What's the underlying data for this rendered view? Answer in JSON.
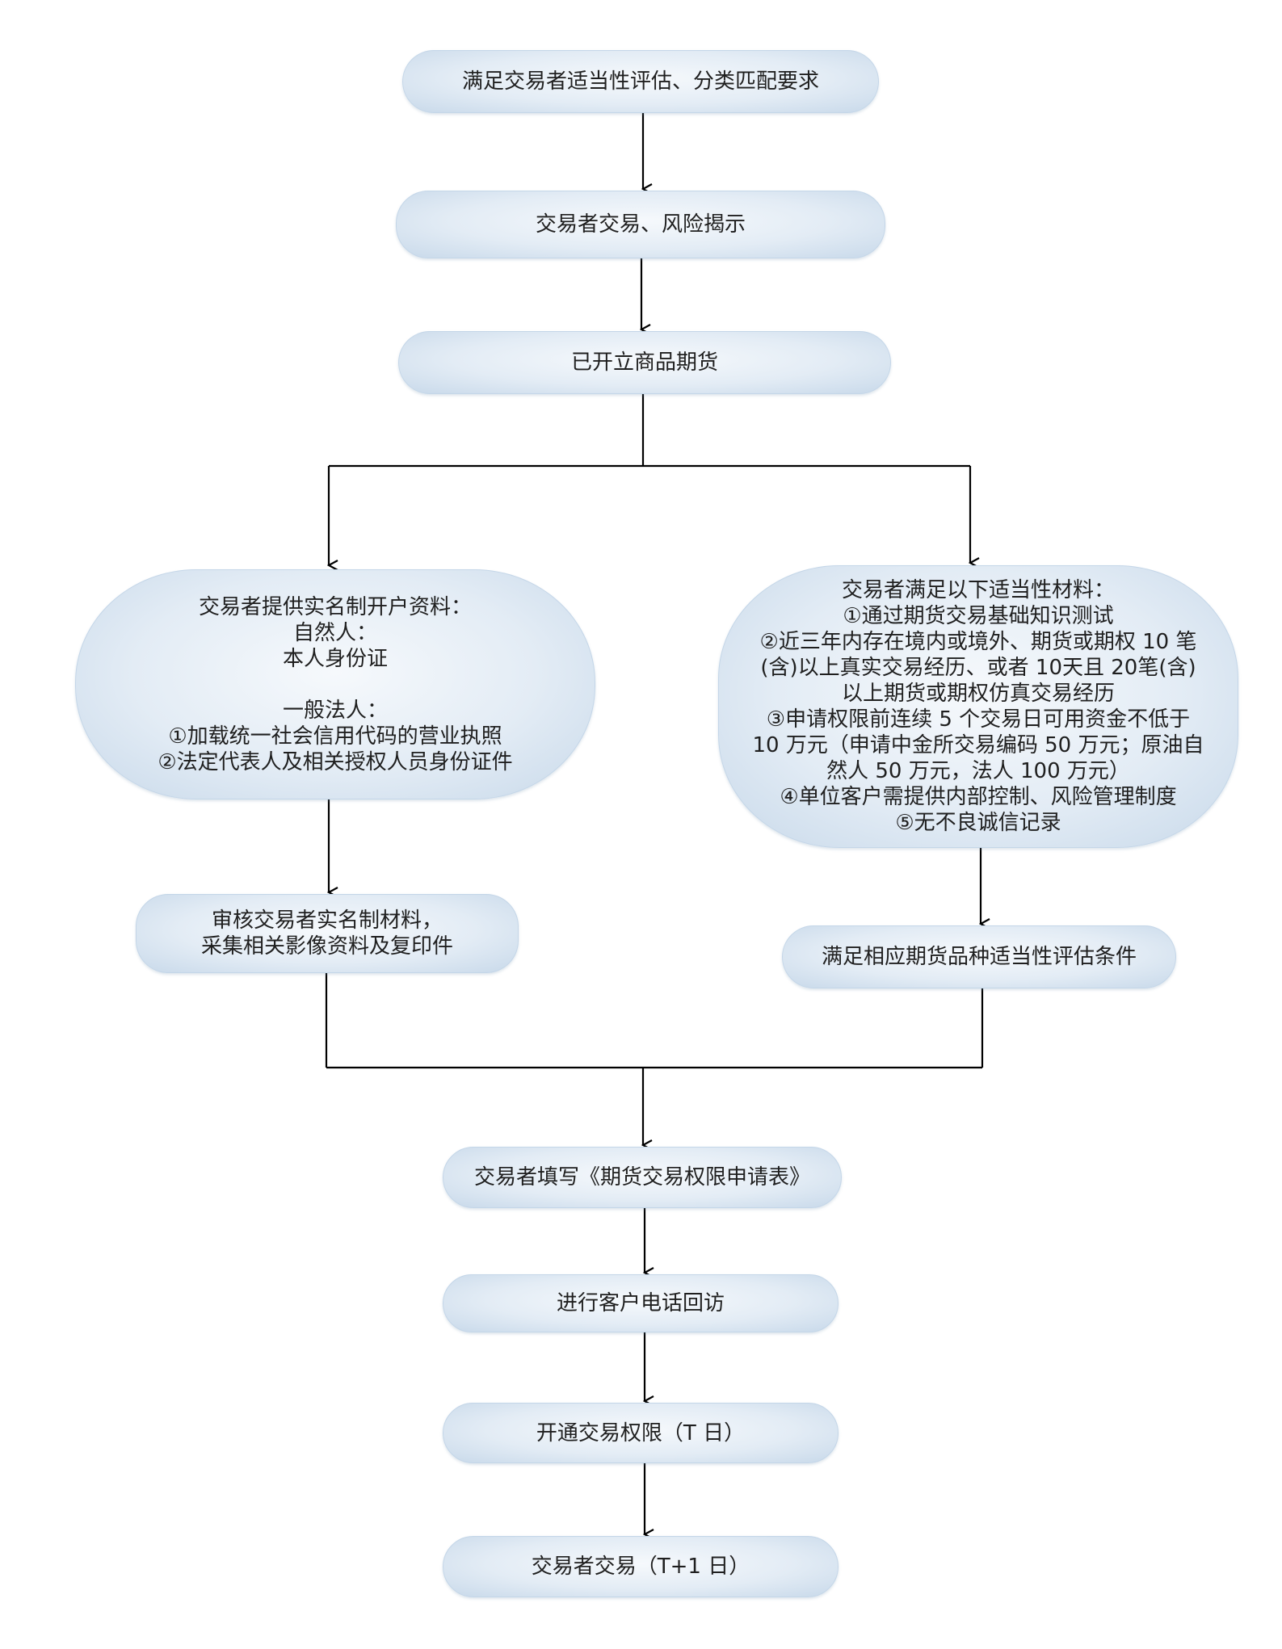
{
  "nodes": {
    "n1": "满足交易者适当性评估、分类匹配要求",
    "n2": "交易者交易、风险揭示",
    "n3": "已开立商品期货",
    "left_blob": {
      "title": "交易者提供实名制开户资料：",
      "natural_label": "自然人：",
      "natural_item": "本人身份证",
      "legal_label": "一般法人：",
      "legal_item1": "①加载统一社会信用代码的营业执照",
      "legal_item2": "②法定代表人及相关授权人员身份证件"
    },
    "right_blob": {
      "title": "交易者满足以下适当性材料：",
      "lines": [
        "①通过期货交易基础知识测试",
        "②近三年内存在境内或境外、期货或期权 10 笔",
        "(含)以上真实交易经历、或者 10天且 20笔(含)",
        "以上期货或期权仿真交易经历",
        "③申请权限前连续 5 个交易日可用资金不低于",
        "10 万元（申请中金所交易编码 50 万元；原油自",
        "然人 50 万元，法人 100 万元）",
        "④单位客户需提供内部控制、风险管理制度",
        "⑤无不良诚信记录"
      ]
    },
    "left_review": {
      "line1": "审核交易者实名制材料，",
      "line2": "采集相关影像资料及复印件"
    },
    "right_cond": "满足相应期货品种适当性评估条件",
    "n7": "交易者填写《期货交易权限申请表》",
    "n8": "进行客户电话回访",
    "n9": "开通交易权限（T 日）",
    "n10": "交易者交易（T+1 日）"
  }
}
